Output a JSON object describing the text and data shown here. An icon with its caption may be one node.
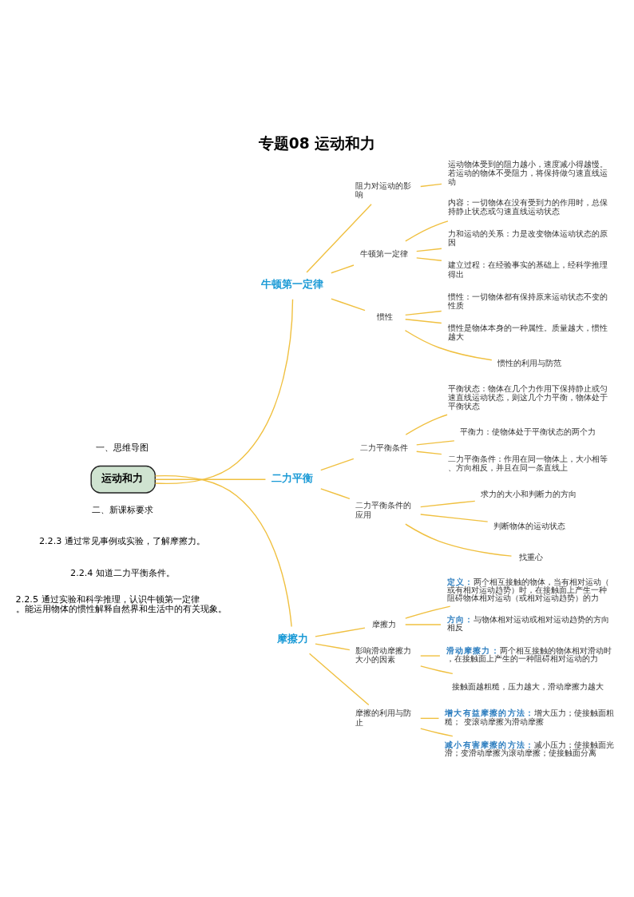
{
  "diagram": {
    "title": "专题08 运动和力",
    "nodes": [
      {
        "text": [
          "运动和力"
        ]
      },
      {
        "text": [
          "牛顿第一定律"
        ]
      },
      {
        "text": [
          "阻力对运动的影响"
        ]
      },
      {
        "text": [
          "运动物体受到的阻力越小，速度减小得越慢。若运动的物体不受阻力，将保持做匀速直线运动"
        ]
      },
      {
        "text": [
          "牛顿第一定律"
        ]
      },
      {
        "text": [
          "内容：一切物体在没有受到力的作用时，总保持静止状态或匀速直线运动状态"
        ]
      },
      {
        "text": [
          "力和运动的关系：力是改变物体运动状态的原因"
        ]
      },
      {
        "text": [
          "建立过程：在经验事实的基础上，经科学推理得出"
        ]
      },
      {
        "text": [
          "惯性"
        ]
      },
      {
        "text": [
          "惯性：一切物体都有保持原来运动状态不变的性质"
        ]
      },
      {
        "text": [
          "惯性是物体本身的一种属性。质量越大，惯性越大"
        ]
      },
      {
        "text": [
          "惯性的利用与防范"
        ]
      },
      {
        "text": [
          "二力平衡"
        ]
      },
      {
        "text": [
          "二力平衡条件"
        ]
      },
      {
        "text": [
          "平衡状态：物体在几个力作用下保持静止或匀速直线运动状态，则这几个力平衡，物体处于平衡状态"
        ]
      },
      {
        "text": [
          "平衡力：使物体处于平衡状态的两个力"
        ]
      },
      {
        "text": [
          "二力平衡条件：作用在同一物体上，大小相等、方向相反，并且在同一条直线上"
        ]
      },
      {
        "text": [
          "二力平衡条件的应用"
        ]
      },
      {
        "text": [
          "求力的大小和判断力的方向"
        ]
      },
      {
        "text": [
          "判断物体的运动状态"
        ]
      },
      {
        "text": [
          "找重心"
        ]
      },
      {
        "text": [
          "摩擦力"
        ]
      },
      {
        "text": [
          "摩擦力"
        ]
      },
      {
        "text": [
          "**定义：**两个相互接触的物体，当有相对运动（或有相对运动趋势）时，在接触面上产生一种阻碍物体相对运动（或相对运动趋势）的力"
        ]
      },
      {
        "text": [
          "**方向：**与物体相对运动或相对运动趋势的方向相反"
        ]
      },
      {
        "text": [
          "影响滑动摩擦力大小的因素"
        ]
      },
      {
        "text": [
          "**滑动摩擦力：**两个相互接触的物体相对滑动时，在接触面上产生的一种阻碍相对运动的力"
        ]
      },
      {
        "text": [
          "接触面越粗糙，压力越大，滑动摩擦力越大"
        ]
      },
      {
        "text": [
          "摩擦的利用与防止"
        ]
      },
      {
        "text": [
          "**增大有益摩擦的方法：**增大压力；使接触面粗糙； 变滚动摩擦为滑动摩擦"
        ]
      },
      {
        "text": [
          "**减小有害摩擦的方法：**减小压力；使接触面光滑；变滑动摩擦为滚动摩擦；使接触面分离"
        ]
      }
    ],
    "edges": [
      {
        "from": 0,
        "to": 1,
        "arrow": "none"
      },
      {
        "from": 1,
        "to": 2,
        "arrow": "none"
      },
      {
        "from": 2,
        "to": 3,
        "arrow": "none"
      },
      {
        "from": 1,
        "to": 4,
        "arrow": "none"
      },
      {
        "from": 4,
        "to": 5,
        "arrow": "none"
      },
      {
        "from": 4,
        "to": 6,
        "arrow": "none"
      },
      {
        "from": 4,
        "to": 7,
        "arrow": "none"
      },
      {
        "from": 1,
        "to": 8,
        "arrow": "none"
      },
      {
        "from": 8,
        "to": 9,
        "arrow": "none"
      },
      {
        "from": 8,
        "to": 10,
        "arrow": "none"
      },
      {
        "from": 8,
        "to": 11,
        "arrow": "none"
      },
      {
        "from": 0,
        "to": 12,
        "arrow": "none"
      },
      {
        "from": 12,
        "to": 13,
        "arrow": "none"
      },
      {
        "from": 13,
        "to": 14,
        "arrow": "none"
      },
      {
        "from": 13,
        "to": 15,
        "arrow": "none"
      },
      {
        "from": 13,
        "to": 16,
        "arrow": "none"
      },
      {
        "from": 12,
        "to": 17,
        "arrow": "none"
      },
      {
        "from": 17,
        "to": 18,
        "arrow": "none"
      },
      {
        "from": 17,
        "to": 19,
        "arrow": "none"
      },
      {
        "from": 17,
        "to": 20,
        "arrow": "none"
      },
      {
        "from": 0,
        "to": 21,
        "arrow": "none"
      },
      {
        "from": 21,
        "to": 22,
        "arrow": "none"
      },
      {
        "from": 22,
        "to": 23,
        "arrow": "none"
      },
      {
        "from": 22,
        "to": 24,
        "arrow": "none"
      },
      {
        "from": 21,
        "to": 25,
        "arrow": "none"
      },
      {
        "from": 25,
        "to": 26,
        "arrow": "none"
      },
      {
        "from": 25,
        "to": 27,
        "arrow": "none"
      },
      {
        "from": 21,
        "to": 28,
        "arrow": "none"
      },
      {
        "from": 28,
        "to": 29,
        "arrow": "none"
      },
      {
        "from": 28,
        "to": 30,
        "arrow": "none"
      }
    ],
    "labels": [
      "一、思维导图",
      "二、新课标要求",
      "2.2.3 通过常见事例或实验，了解摩擦力。",
      "2.2.4 知道二力平衡条件。",
      "2.2.5 通过实验和科学推理，认识牛顿第一定律。能运用物体的惯性解释自然界和生活中的有关现象。"
    ]
  }
}
